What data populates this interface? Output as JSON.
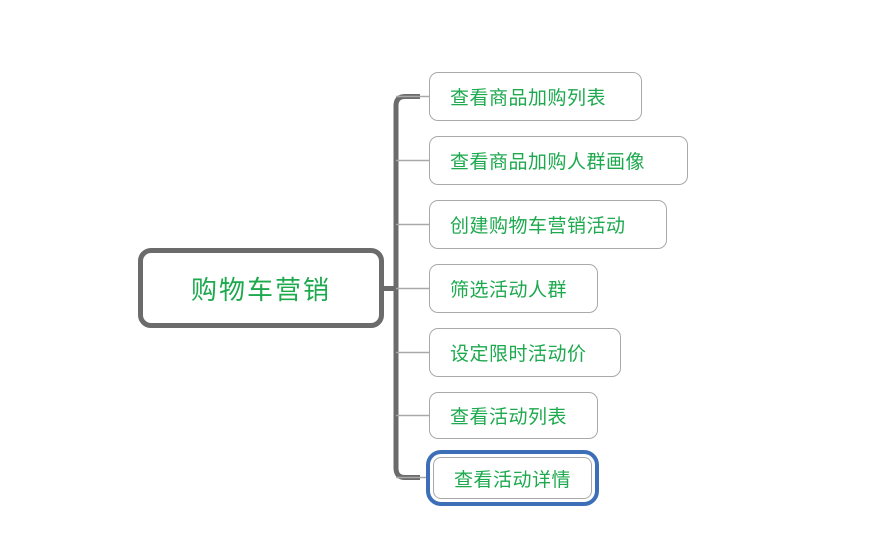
{
  "diagram": {
    "type": "mindmap",
    "background_color": "#ffffff",
    "root": {
      "label": "购物车营销",
      "text_color": "#1da94e",
      "border_color": "#6b6b6b",
      "fill_color": "#ffffff"
    },
    "trunk": {
      "color": "#6b6b6b",
      "branch_color": "#a9a9a9"
    },
    "selection": {
      "color": "#3c6fb8",
      "selected_index": 6
    },
    "children": [
      {
        "label": "查看商品加购列表",
        "selected": false
      },
      {
        "label": "查看商品加购人群画像",
        "selected": false
      },
      {
        "label": "创建购物车营销活动",
        "selected": false
      },
      {
        "label": "筛选活动人群",
        "selected": false
      },
      {
        "label": "设定限时活动价",
        "selected": false
      },
      {
        "label": "查看活动列表",
        "selected": false
      },
      {
        "label": "查看活动详情",
        "selected": true
      }
    ]
  }
}
